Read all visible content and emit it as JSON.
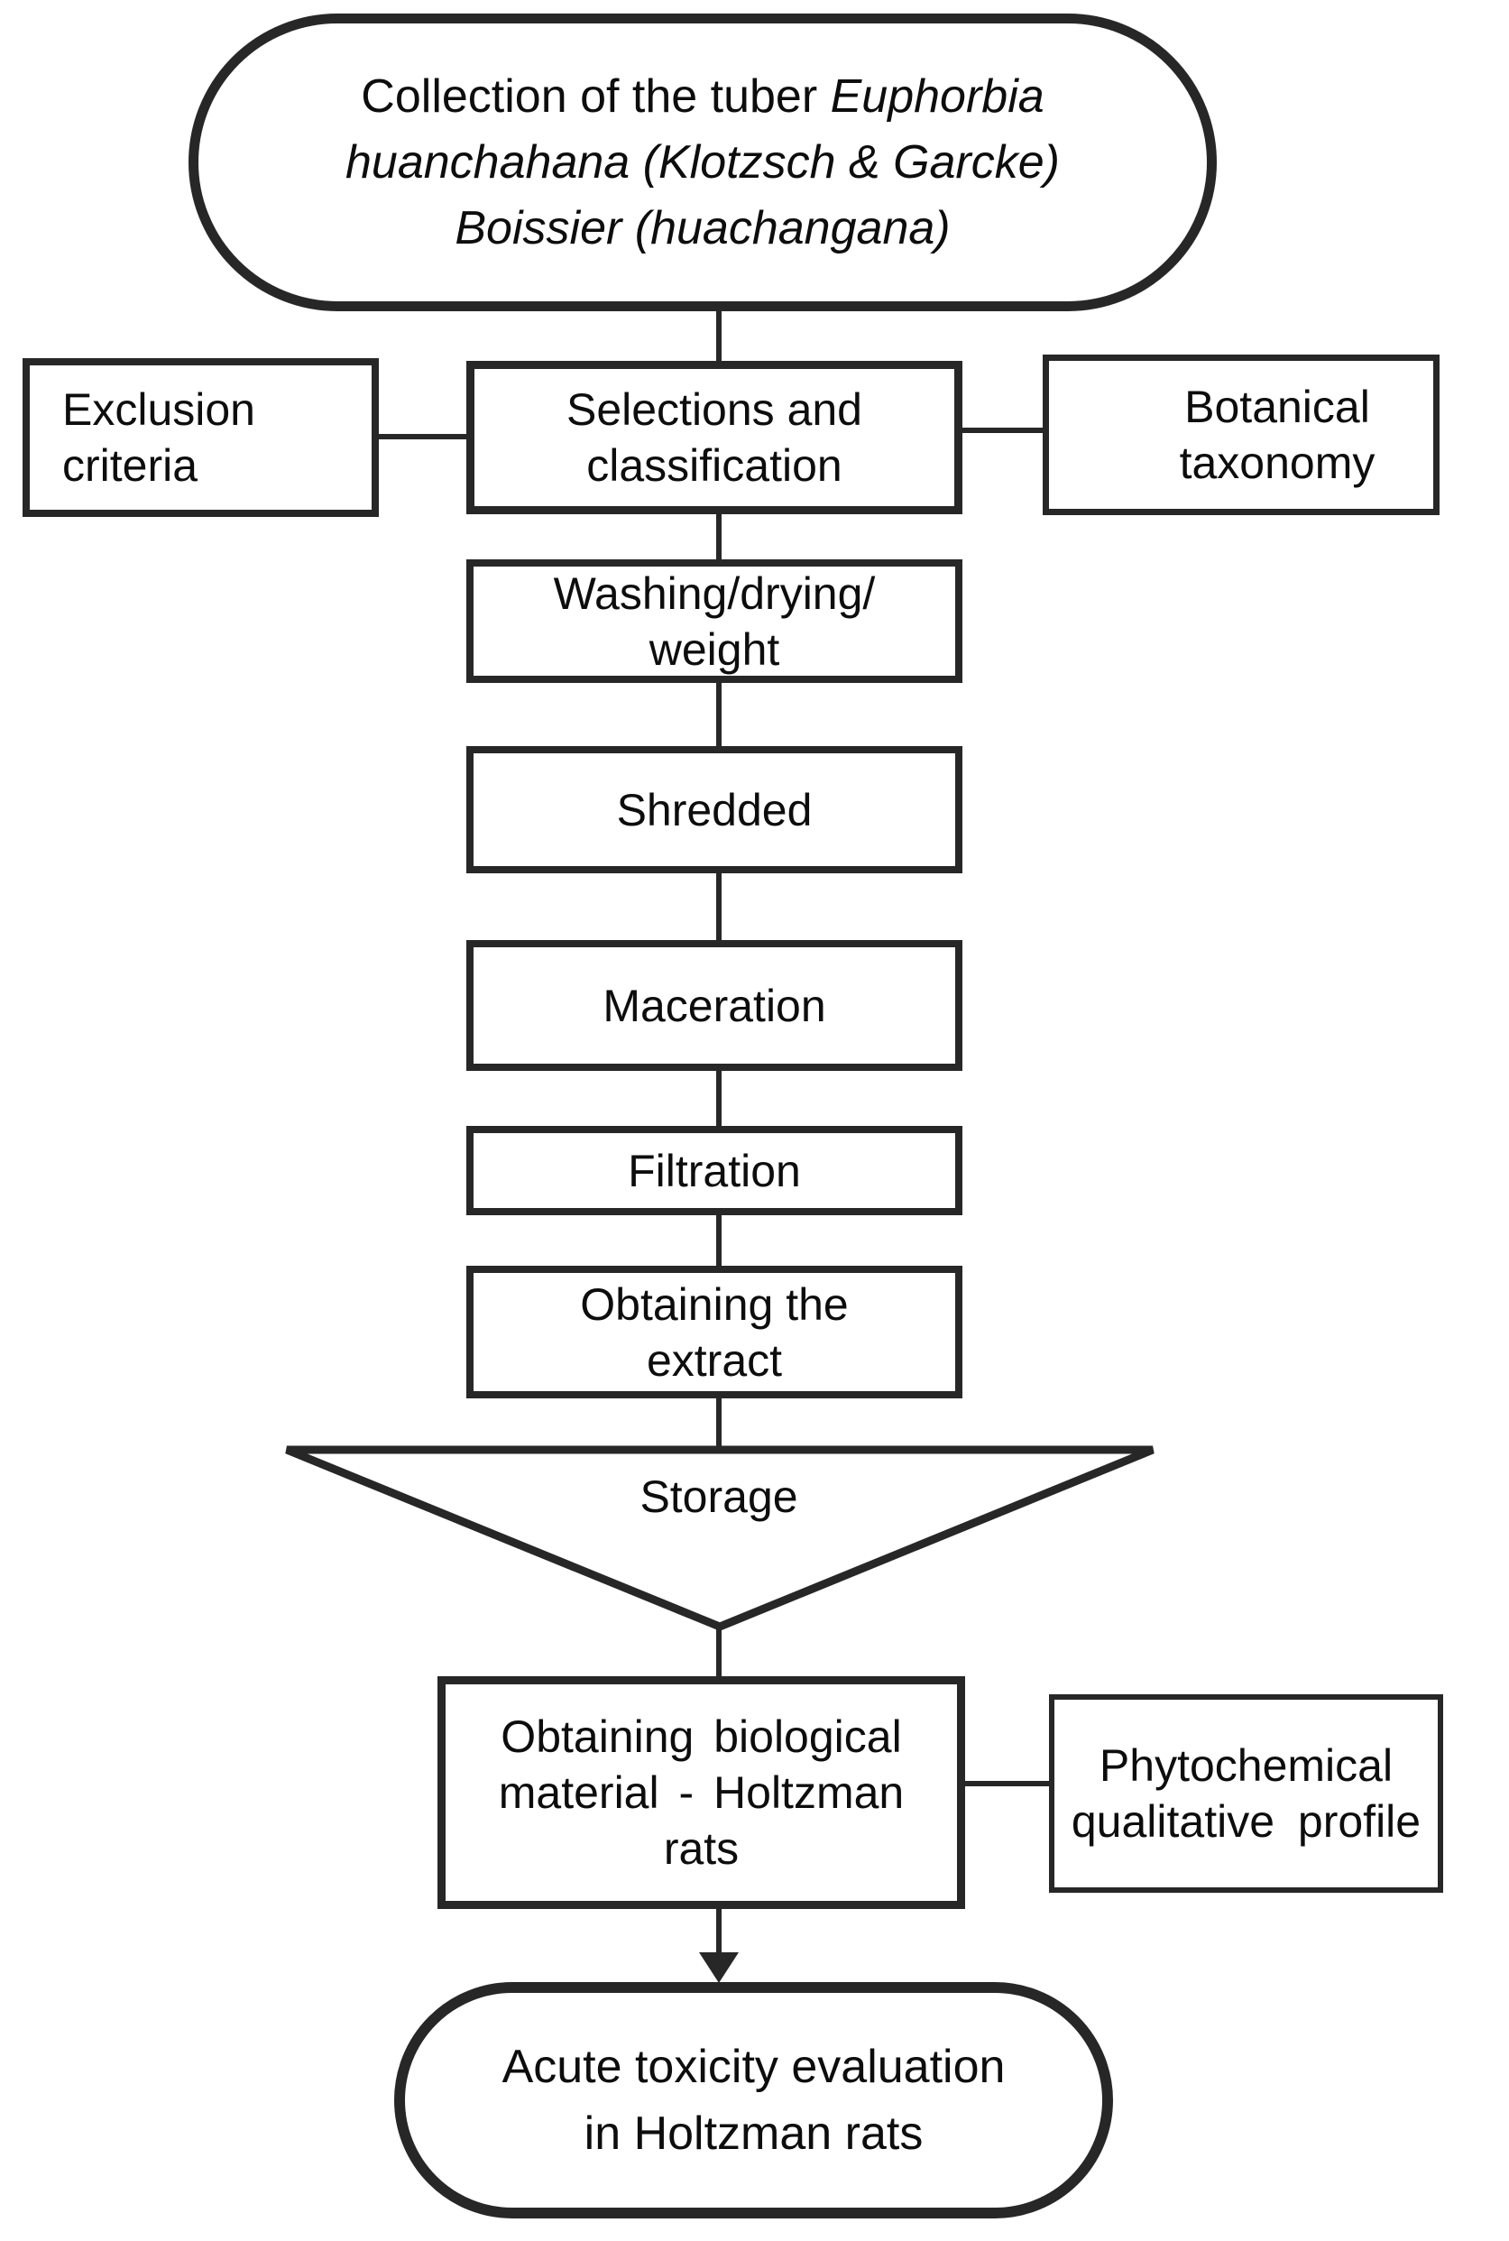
{
  "palette": {
    "stroke": "#272727",
    "text": "#0d0d0d",
    "bg": "#ffffff"
  },
  "nodes": {
    "collection": {
      "line1_regular": "Collection of the tuber ",
      "line1_italic": "Euphorbia",
      "line2_italic": "huanchahana (Klotzsch & Garcke)",
      "line3_italic": "Boissier (huachangana)"
    },
    "exclusion": {
      "lines": [
        "Exclusion",
        "criteria"
      ]
    },
    "selections": {
      "lines": [
        "Selections and",
        "classification"
      ]
    },
    "botanical": {
      "lines": [
        "Botanical",
        "taxonomy"
      ]
    },
    "washing": {
      "lines": [
        "Washing/drying/",
        "weight"
      ]
    },
    "shredded": {
      "lines": [
        "Shredded"
      ]
    },
    "maceration": {
      "lines": [
        "Maceration"
      ]
    },
    "filtration": {
      "lines": [
        "Filtration"
      ]
    },
    "extract": {
      "lines": [
        "Obtaining the",
        "extract"
      ]
    },
    "storage": {
      "lines": [
        "Storage"
      ]
    },
    "biological": {
      "lines": [
        "Obtaining biological",
        "material - Holtzman",
        "rats"
      ]
    },
    "phytochemical": {
      "lines": [
        "Phytochemical",
        "qualitative profile"
      ]
    },
    "acute": {
      "lines": [
        "Acute toxicity evaluation",
        "in Holtzman rats"
      ]
    }
  }
}
